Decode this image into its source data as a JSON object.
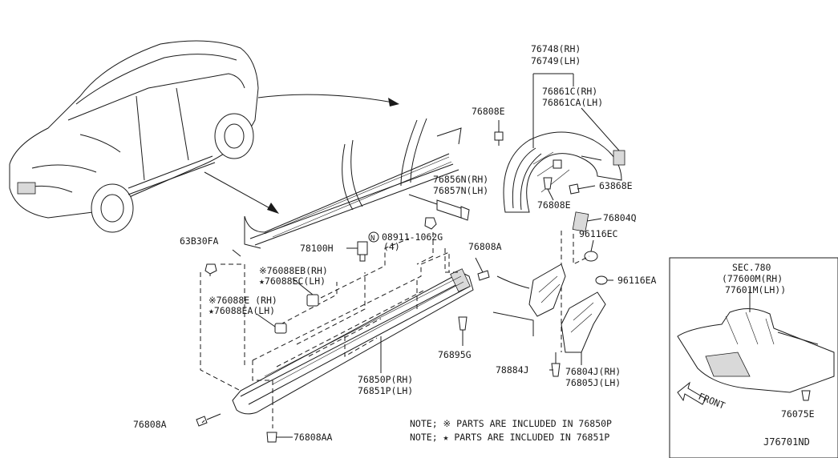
{
  "labels": {
    "p76748": "76748(RH)",
    "p76749": "76749(LH)",
    "p76861c": "76861C(RH)",
    "p76861ca": "76861CA(LH)",
    "p76808e_a": "76808E",
    "p76808e_b": "76808E",
    "p63868e": "63868E",
    "p76804q": "76804Q",
    "p96116ec": "96116EC",
    "p96116ea": "96116EA",
    "p76856n": "76856N(RH)",
    "p76857n": "76857N(LH)",
    "p08911": "08911-1062G",
    "p08911_circ": "N",
    "p08911_qty": "(4)",
    "p76808a_a": "76808A",
    "p76808a_b": "76808A",
    "p76808aa": "76808AA",
    "p63830fa": "63B30FA",
    "p78100h": "78100H",
    "p76088eb": "※76088EB(RH)",
    "p76088ec": "★76088EC(LH)",
    "p76088e": "※76088E (RH)",
    "p76088ea": "★76088EA(LH)",
    "p76895g": "76895G",
    "p76850p": "76850P(RH)",
    "p76851p": "76851P(LH)",
    "p78884j": "78884J",
    "p76804j": "76804J(RH)",
    "p76805j": "76805J(LH)",
    "sec780": "SEC.780",
    "p77600m": "(77600M(RH)",
    "p77601m": "77601M(LH))",
    "p76075e": "76075E",
    "front": "FRONT"
  },
  "notes": [
    "NOTE; ※ PARTS ARE INCLUDED IN  76850P",
    "NOTE; ★ PARTS ARE INCLUDED IN  76851P"
  ],
  "diagram_code": "J76701ND"
}
